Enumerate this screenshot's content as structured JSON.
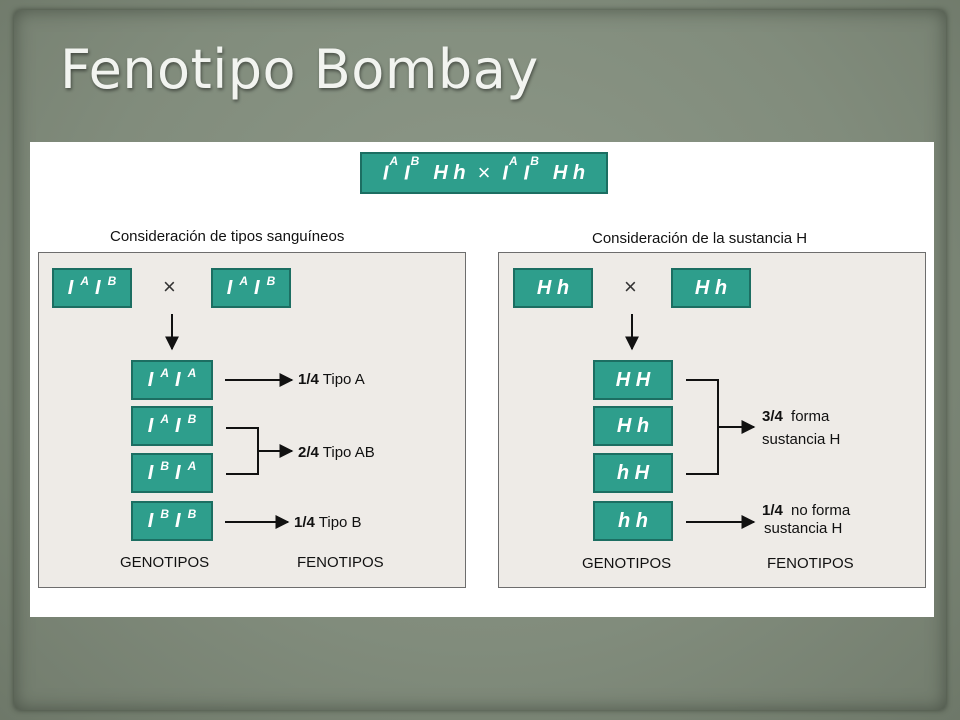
{
  "slide": {
    "title": "Fenotipo Bombay"
  },
  "cross_top": {
    "parent1": [
      "I^A",
      "I^B",
      "H",
      "h"
    ],
    "times": "×",
    "parent2": [
      "I^A",
      "I^B",
      "H",
      "h"
    ]
  },
  "left_panel": {
    "heading": "Consideración de tipos sanguíneos",
    "parent1": "I^A I^B",
    "parent2": "I^A I^B",
    "times": "×",
    "genotypes": [
      "I^A I^A",
      "I^A I^B",
      "I^B I^A",
      "I^B I^B"
    ],
    "phenotypes": [
      {
        "fraction": "1/4",
        "label": "Tipo A"
      },
      {
        "fraction": "2/4",
        "label": "Tipo AB"
      },
      {
        "fraction": "1/4",
        "label": "Tipo B"
      }
    ],
    "genotypes_label": "GENOTIPOS",
    "phenotypes_label": "FENOTIPOS"
  },
  "right_panel": {
    "heading": "Consideración de la sustancia H",
    "parent1": "H h",
    "parent2": "H h",
    "times": "×",
    "genotypes": [
      "H H",
      "H h",
      "h H",
      "h h"
    ],
    "phenotypes": [
      {
        "fraction": "3/4",
        "label_line1": "forma",
        "label_line2": "sustancia H"
      },
      {
        "fraction": "1/4",
        "label_line1": "no forma",
        "label_line2": "sustancia H"
      }
    ],
    "genotypes_label": "GENOTIPOS",
    "phenotypes_label": "FENOTIPOS"
  },
  "colors": {
    "gene_box": "#2e9e8c",
    "gene_box_border": "#1c6e62",
    "panel_bg": "#eeebe7"
  }
}
